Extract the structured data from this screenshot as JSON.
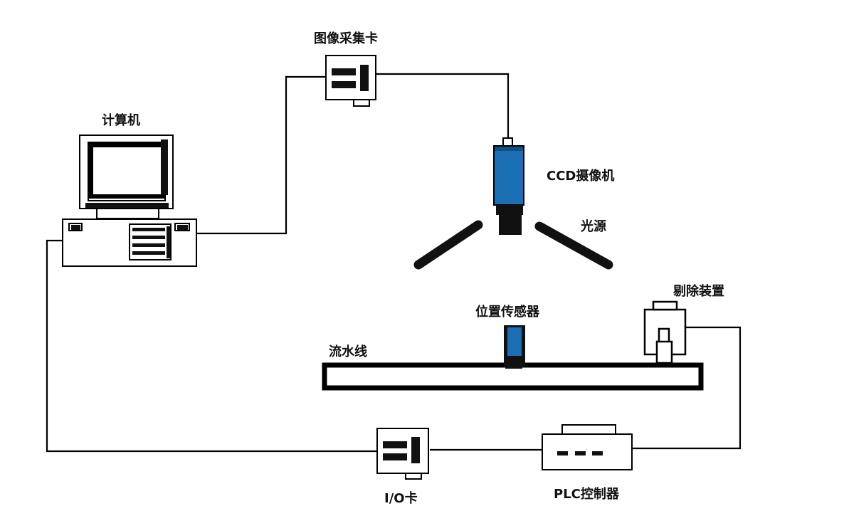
{
  "labels": {
    "capture_card": "图像采集卡",
    "computer": "计算机",
    "ccd_camera": "CCD摄像机",
    "light_source": "光源",
    "reject_device": "剔除装置",
    "position_sensor": "位置传感器",
    "conveyor": "流水线",
    "io_card": "I/O卡",
    "plc": "PLC控制器"
  },
  "colors": {
    "line": "#000000",
    "camera_body": "#1a6fb5",
    "sensor_body": "#1a6fb5",
    "background": "#ffffff"
  }
}
